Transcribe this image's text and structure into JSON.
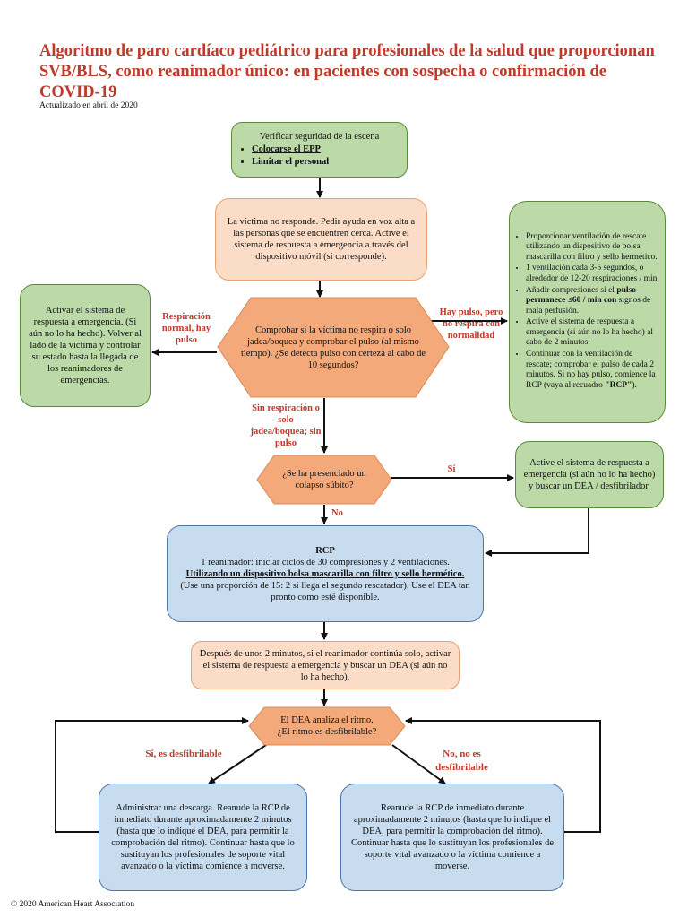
{
  "header": {
    "title": "Algoritmo de paro cardíaco pediátrico para profesionales de la salud que proporcionan SVB/BLS, como reanimador único: en pacientes con sospecha o confirmación de COVID-19",
    "updated": "Actualizado en abril de 2020"
  },
  "nodes": {
    "scene": {
      "line1": "Verificar seguridad de la escena",
      "bullet1": "Colocarse el EPP",
      "bullet2": "Limitar el personal"
    },
    "unresponsive": {
      "text": "La víctima no responde. Pedir ayuda en voz alta a las personas que se encuentren cerca. Active el sistema de respuesta a emergencia a través del dispositivo móvil (si corresponde)."
    },
    "check": {
      "text": "Comprobar si la víctima no respira o solo jadea/boquea y comprobar el pulso (al  mismo tiempo). ¿Se detecta pulso con certeza al cabo de 10 segundos?"
    },
    "left_green": {
      "text": "Activar el sistema de respuesta a emergencia. (Si aún no lo ha hecho). Volver al lado de la víctima y controlar su estado hasta la llegada de los reanimadores de emergencias."
    },
    "right_green": {
      "b1": "Proporcionar ventilación de rescate utilizando un dispositivo de bolsa mascarilla con filtro y sello hermético.",
      "b2": "1 ventilación cada 3-5 segundos, o alrededor de 12-20 respiraciones / min.",
      "b3_pre": "Añadir compresiones si el ",
      "b3_bold": "pulso permanece ≤60 / min con",
      "b3_post": " signos de mala perfusión.",
      "b4": "Active el sistema de respuesta a emergencia (si aún no lo ha hecho) al cabo de 2 minutos.",
      "b5_pre": "Continuar con la ventilación de rescate; comprobar el pulso de cada 2 minutos. Si no hay pulso, comience la RCP (vaya al recuadro ",
      "b5_bold": "\"RCP\"",
      "b5_post": ")."
    },
    "collapse": {
      "text": "¿Se ha presenciado un colapso súbito?"
    },
    "aed_green": {
      "text": "Active el sistema de respuesta a emergencia (si aún no lo ha hecho) y buscar un DEA / desfibrilador."
    },
    "rcp": {
      "title": "RCP",
      "line1": "1 reanimador: iniciar ciclos de 30 compresiones y 2 ventilaciones.",
      "line2": "Utilizando un dispositivo bolsa mascarilla con filtro y sello hermético.",
      "line3": "(Use una proporción de 15: 2 si llega el segundo rescatador). Use el DEA tan pronto como esté disponible."
    },
    "after2": {
      "text": "Después de unos 2 minutos, si el reanimador continúa solo, activar el sistema de respuesta a emergencia y buscar un DEA (si aún no lo ha hecho)."
    },
    "analyze": {
      "line1": "El DEA analiza el ritmo.",
      "line2": "¿El ritmo es desfibrilable?"
    },
    "shock": {
      "text": "Administrar una descarga. Reanude la RCP de inmediato durante aproximadamente 2 minutos (hasta que lo indique el DEA, para permitir la comprobación del ritmo). Continuar hasta que lo sustituyan los profesionales de soporte vital avanzado o la víctima comience a moverse."
    },
    "noshock": {
      "text": "Reanude la RCP de inmediato durante aproximadamente 2 minutos (hasta que lo indique el DEA, para permitir la comprobación del ritmo). Continuar hasta que lo sustituyan los profesionales de soporte vital avanzado o la víctima comience a moverse."
    }
  },
  "labels": {
    "normal": "Respiración normal, hay pulso",
    "pulse_abnormal": "Hay pulso, pero no respira con normalidad",
    "no_breath": "Sin respiración o solo jadea/boquea; sin pulso",
    "si": "Sí",
    "no": "No",
    "shockable": "Sí, es desfibrilable",
    "not_shockable": "No, no es desfibrilable"
  },
  "footer": {
    "copyright": "© 2020 American Heart Association"
  },
  "colors": {
    "title": "#c0392b",
    "green": "#bcd9a8",
    "orange": "#fbdcc6",
    "hex": "#f4a97a",
    "blue": "#c8dcf0"
  }
}
